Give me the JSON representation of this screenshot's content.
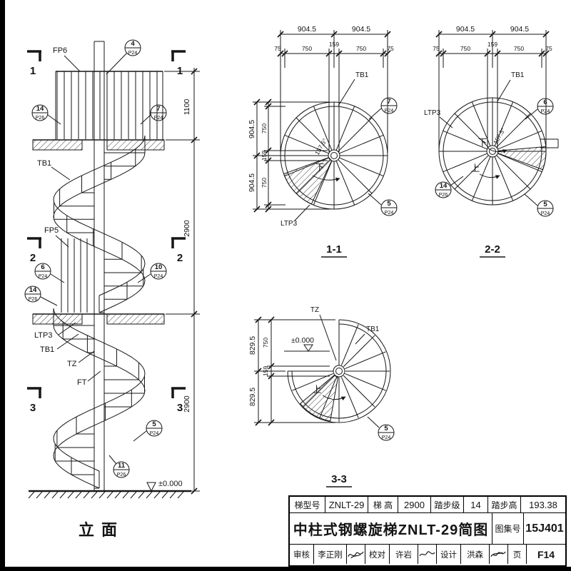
{
  "elevation": {
    "title": "立 面",
    "sections": {
      "s1": "1",
      "s2": "2",
      "s3": "3"
    },
    "labels": {
      "fp6": "FP6",
      "fp5": "FP5",
      "tb1_top": "TB1",
      "ltp3": "LTP3",
      "tb1_mid": "TB1",
      "tz": "TZ",
      "ft": "FT",
      "level": "±0.000"
    },
    "dims": {
      "platform": "1100",
      "upper": "2900",
      "lower": "2900"
    },
    "callouts": {
      "c4": {
        "n": "4",
        "p": "P24"
      },
      "c7": {
        "n": "7",
        "p": "P24"
      },
      "c14a": {
        "n": "14",
        "p": "P26"
      },
      "c6": {
        "n": "6",
        "p": "P24"
      },
      "c10": {
        "n": "10",
        "p": "P24"
      },
      "c14b": {
        "n": "14",
        "p": "P26"
      },
      "c5": {
        "n": "5",
        "p": "P24"
      },
      "c11": {
        "n": "11",
        "p": "P26"
      }
    }
  },
  "plan11": {
    "title": "1-1",
    "top_dims": [
      "904.5",
      "904.5"
    ],
    "top_sub": [
      "75",
      "750",
      "159",
      "750",
      "75"
    ],
    "left_dims": [
      "904.5",
      "904.5"
    ],
    "left_sub": [
      "750",
      "159",
      "750"
    ],
    "labels": {
      "tb1": "TB1",
      "ltp3": "LTP3",
      "down": "下",
      "angle": "157.5°"
    },
    "callouts": {
      "c7": {
        "n": "7",
        "p": "P24"
      },
      "c5": {
        "n": "5",
        "p": "P24"
      }
    }
  },
  "plan22": {
    "title": "2-2",
    "top_dims": [
      "904.5",
      "904.5"
    ],
    "top_sub": [
      "75",
      "750",
      "159",
      "750",
      "75"
    ],
    "labels": {
      "tb1": "TB1",
      "ltp3": "LTP3",
      "down": "下",
      "up": "上",
      "angle": "157.5°"
    },
    "callouts": {
      "c6": {
        "n": "6",
        "p": "P24"
      },
      "c14": {
        "n": "14",
        "p": "P26"
      },
      "c5": {
        "n": "5",
        "p": "P24"
      }
    }
  },
  "plan33": {
    "title": "3-3",
    "left_dims": [
      "829.5",
      "829.5"
    ],
    "left_sub": [
      "750",
      "159"
    ],
    "labels": {
      "tz": "TZ",
      "tb1": "TB1",
      "level": "±0.000",
      "up": "上"
    },
    "callouts": {
      "c5": {
        "n": "5",
        "p": "P24"
      }
    }
  },
  "title_block": {
    "model_label": "梯型号",
    "model_value": "ZNLT-29",
    "height_label": "梯 高",
    "height_value": "2900",
    "steps_label": "踏步级",
    "steps_value": "14",
    "riser_label": "踏步高",
    "riser_value": "193.38",
    "main_title": "中柱式钢螺旋梯ZNLT-29简图",
    "atlas_label": "图集号",
    "atlas_value": "15J401",
    "review_label": "审核",
    "review_name": "李正刚",
    "check_label": "校对",
    "check_name": "许岩",
    "design_label": "设计",
    "design_name": "洪森",
    "page_label": "页",
    "page_value": "F14"
  }
}
